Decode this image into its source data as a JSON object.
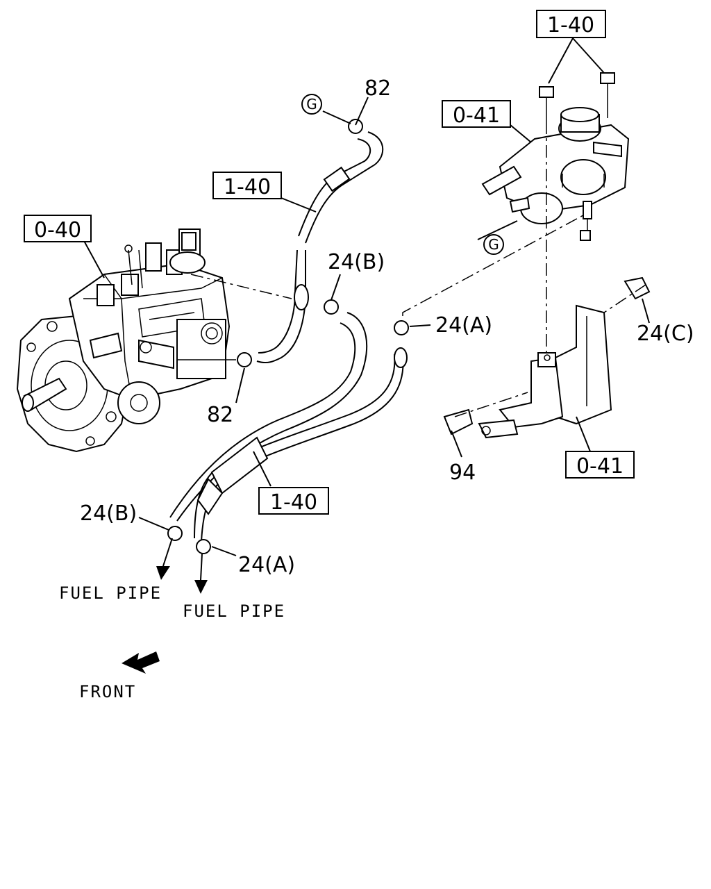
{
  "labels": {
    "ref_1_40_top": "1-40",
    "ref_0_41_top": "0-41",
    "ref_1_40_mid": "1-40",
    "ref_0_40": "0-40",
    "ref_1_40_bottom": "1-40",
    "ref_0_41_bottom": "0-41",
    "part_82_top": "82",
    "part_82_left": "82",
    "part_24b_top": "24(B)",
    "part_24a_right": "24(A)",
    "part_24c": "24(C)",
    "part_94": "94",
    "part_24b_bottom": "24(B)",
    "part_24a_bottom": "24(A)",
    "fuel_pipe_left": "FUEL PIPE",
    "fuel_pipe_right": "FUEL PIPE",
    "front": "FRONT",
    "g_marker_top": "G",
    "g_marker_filter": "G"
  }
}
